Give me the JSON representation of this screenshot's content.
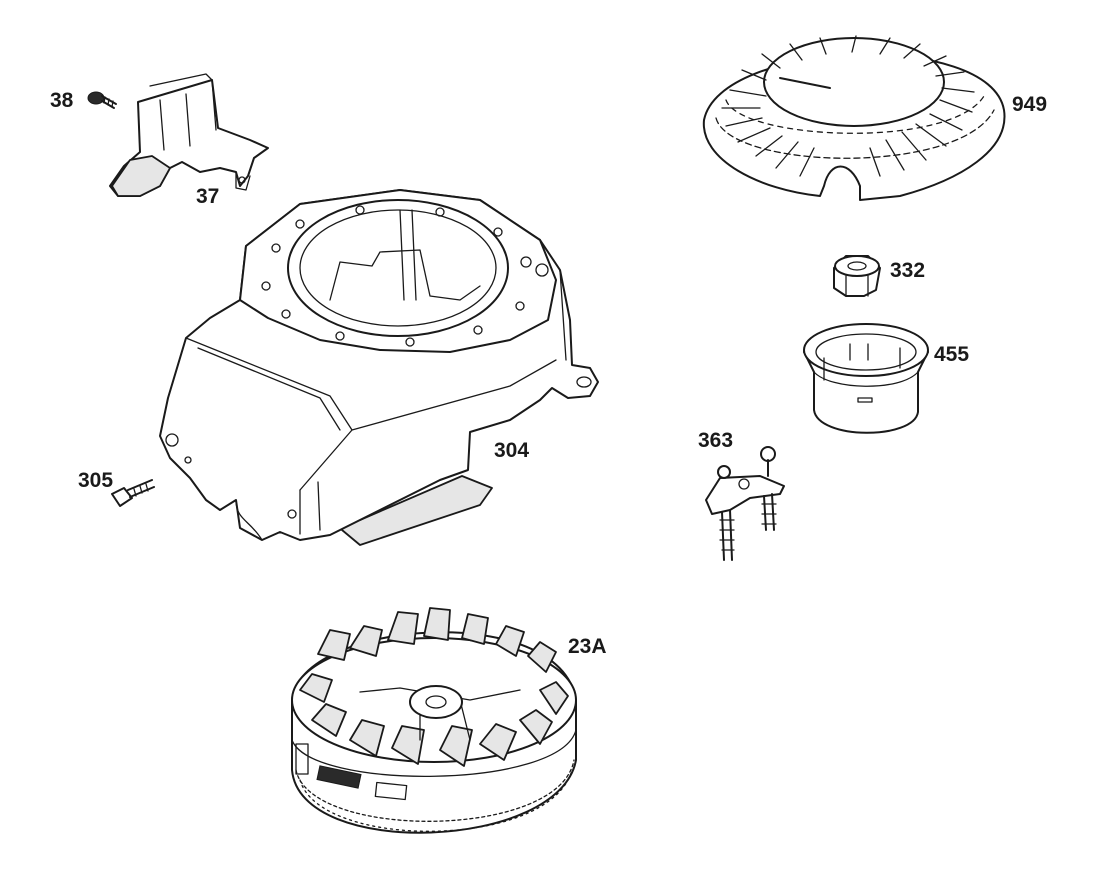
{
  "diagram": {
    "parts": [
      {
        "id": "p38",
        "label": "38",
        "name": "screw"
      },
      {
        "id": "p37",
        "label": "37",
        "name": "air guide"
      },
      {
        "id": "p304",
        "label": "304",
        "name": "blower housing"
      },
      {
        "id": "p305",
        "label": "305",
        "name": "screw"
      },
      {
        "id": "p23a",
        "label": "23A",
        "name": "flywheel"
      },
      {
        "id": "p949",
        "label": "949",
        "name": "rotating screen"
      },
      {
        "id": "p332",
        "label": "332",
        "name": "nut"
      },
      {
        "id": "p455",
        "label": "455",
        "name": "starter cup"
      },
      {
        "id": "p363",
        "label": "363",
        "name": "terminal bracket"
      }
    ]
  },
  "colors": {
    "ink": "#1a1a1a",
    "paper": "#ffffff",
    "shade": "#e6e6e6"
  }
}
